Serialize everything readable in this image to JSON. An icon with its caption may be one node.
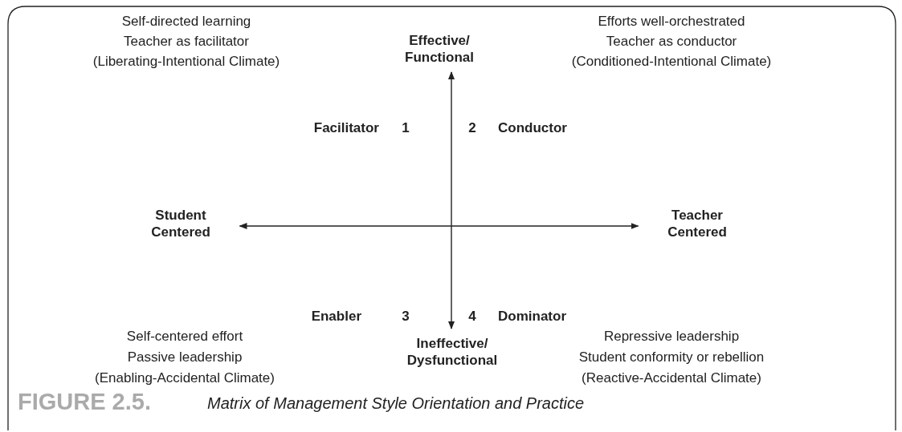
{
  "diagram": {
    "caption": "Matrix of Management Style Orientation and Practice",
    "nodes": [
      {
        "text": [
          "Effective/ Functional"
        ]
      },
      {
        "text": [
          "Student Centered"
        ]
      },
      {
        "text": [
          "Teacher Centered"
        ]
      },
      {
        "text": [
          "Ineffective/ Dysfunctional"
        ]
      }
    ],
    "edges": [
      {
        "from": 0,
        "to": 3,
        "arrow": "both"
      },
      {
        "from": 1,
        "to": 2,
        "arrow": "both"
      }
    ],
    "labels": [
      "Self-directed learning",
      "Teacher as facilitator",
      "(Liberating-Intentional Climate)",
      "Efforts well-orchestrated",
      "Teacher as conductor",
      "(Conditioned-Intentional Climate)",
      "Facilitator",
      "1",
      "2",
      "Conductor",
      "Enabler",
      "3",
      "4",
      "Dominator",
      "Self-centered effort",
      "Passive leadership",
      "(Enabling-Accidental Climate)",
      "Repressive leadership",
      "Student conformity or rebellion",
      "(Reactive-Accidental Climate)",
      "FIGURE 2.5."
    ]
  }
}
